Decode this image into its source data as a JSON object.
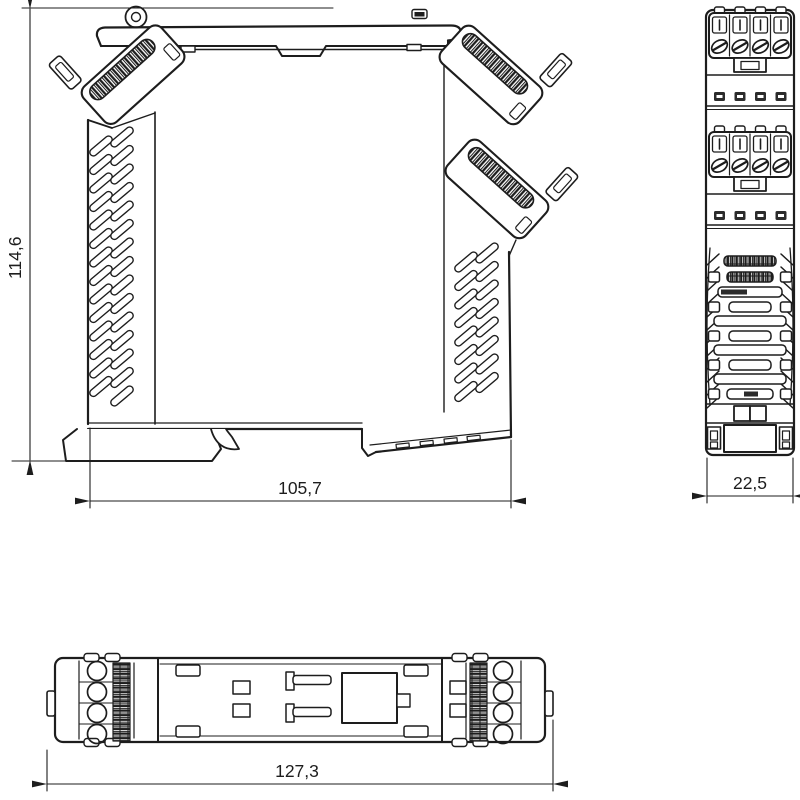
{
  "drawing": {
    "background": "#ffffff",
    "line_color": "#1d1d1d",
    "dimensions": {
      "height": {
        "label": "114,6"
      },
      "width": {
        "label": "105,7"
      },
      "depth": {
        "label": "22,5"
      },
      "length": {
        "label": "127,3"
      }
    }
  }
}
